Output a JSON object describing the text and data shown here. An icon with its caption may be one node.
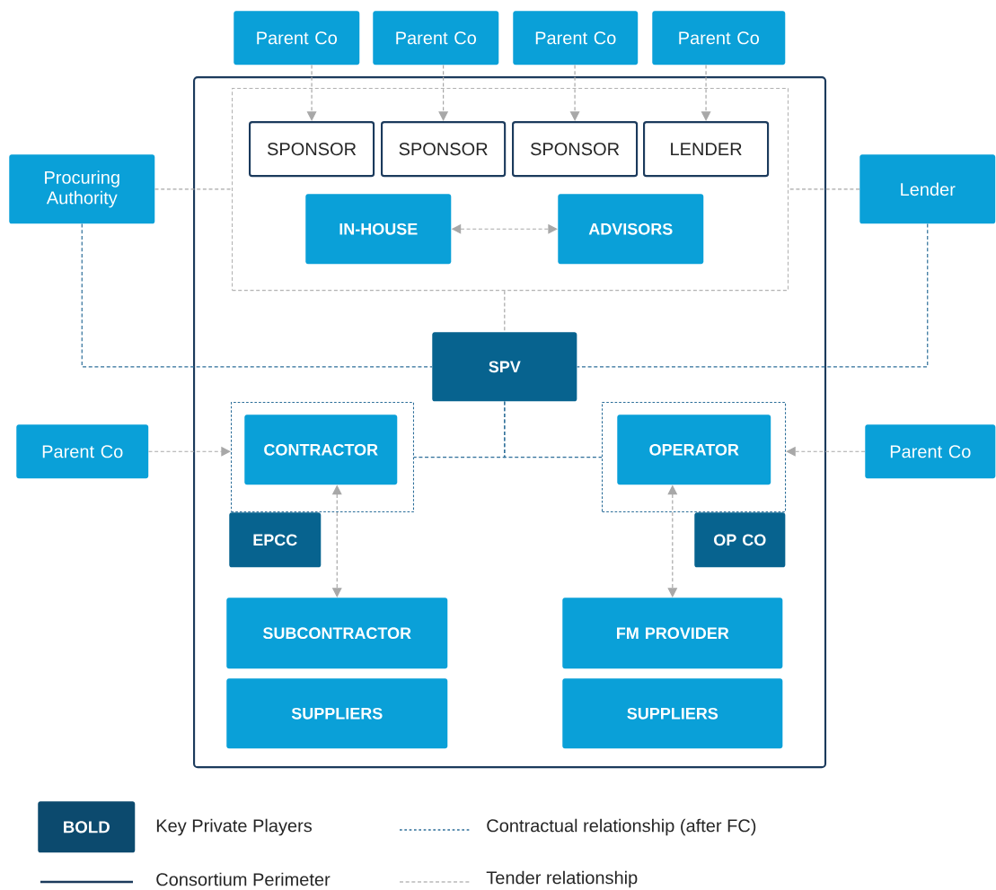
{
  "diagram": {
    "nodes": [
      {
        "text": [
          "Parent Co"
        ]
      },
      {
        "text": [
          "Parent Co"
        ]
      },
      {
        "text": [
          "Parent Co"
        ]
      },
      {
        "text": [
          "Parent Co"
        ]
      },
      {
        "text": [],
        "shape": "box"
      },
      {
        "text": [],
        "shape": "box",
        "in": 4
      },
      {
        "text": [
          "SPONSOR"
        ],
        "in": 5
      },
      {
        "text": [
          "SPONSOR"
        ],
        "in": 5
      },
      {
        "text": [
          "SPONSOR"
        ],
        "in": 5
      },
      {
        "text": [
          "LENDER"
        ],
        "in": 5
      },
      {
        "text": [
          "Procuring Authority"
        ]
      },
      {
        "text": [
          "Lender"
        ]
      },
      {
        "text": [
          "IN-HOUSE"
        ],
        "in": 5
      },
      {
        "text": [
          "ADVISORS"
        ],
        "in": 5
      },
      {
        "text": [
          "SPV"
        ],
        "in": 4
      },
      {
        "text": [
          "Parent Co"
        ]
      },
      {
        "text": [],
        "shape": "box",
        "in": 4
      },
      {
        "text": [
          "CONTRACTOR"
        ],
        "in": 16
      },
      {
        "text": [],
        "shape": "box",
        "in": 4
      },
      {
        "text": [
          "OPERATOR"
        ],
        "in": 18
      },
      {
        "text": [
          "Parent Co"
        ]
      },
      {
        "text": [
          "EPCC"
        ],
        "in": 4
      },
      {
        "text": [
          "OP CO"
        ],
        "in": 4
      },
      {
        "text": [
          "SUBCONTRACTOR"
        ],
        "in": 4
      },
      {
        "text": [
          "FM PROVIDER"
        ],
        "in": 4
      },
      {
        "text": [
          "SUPPLIERS"
        ],
        "in": 4
      },
      {
        "text": [
          "SUPPLIERS"
        ],
        "in": 4
      }
    ],
    "edges": [
      {
        "from": 0,
        "to": 6,
        "arrow": "to",
        "style": "dashed"
      },
      {
        "from": 1,
        "to": 7,
        "arrow": "to",
        "style": "dashed"
      },
      {
        "from": 2,
        "to": 8,
        "arrow": "to",
        "style": "dashed"
      },
      {
        "from": 3,
        "to": 9,
        "arrow": "to",
        "style": "dashed"
      },
      {
        "from": 10,
        "to": 5,
        "arrow": "none",
        "style": "dashed"
      },
      {
        "from": 11,
        "to": 5,
        "arrow": "none",
        "style": "dashed"
      },
      {
        "from": 12,
        "to": 13,
        "arrow": "both",
        "style": "dashed"
      },
      {
        "from": 5,
        "to": 14,
        "arrow": "none",
        "style": "dashed"
      },
      {
        "from": 10,
        "to": 14,
        "arrow": "none",
        "style": "dashed",
        "color": "#2c6e99"
      },
      {
        "from": 11,
        "to": 14,
        "arrow": "none",
        "style": "dashed",
        "color": "#2c6e99"
      },
      {
        "from": 14,
        "to": 16,
        "arrow": "none",
        "style": "dashed",
        "color": "#2c6e99"
      },
      {
        "from": 14,
        "to": 18,
        "arrow": "none",
        "style": "dashed",
        "color": "#2c6e99"
      },
      {
        "from": 15,
        "to": 16,
        "arrow": "to",
        "style": "dashed"
      },
      {
        "from": 20,
        "to": 18,
        "arrow": "to",
        "style": "dashed"
      },
      {
        "from": 17,
        "to": 23,
        "arrow": "both",
        "style": "dashed"
      },
      {
        "from": 19,
        "to": 24,
        "arrow": "both",
        "style": "dashed"
      }
    ],
    "labels": [
      "BOLD"
    ],
    "legend": [
      {
        "text": "Key Private Players",
        "color": "#0c4a6e"
      },
      {
        "text": "Consortium Perimeter"
      },
      {
        "text": "Contractual relationship (after FC)"
      },
      {
        "text": "Tender relationship"
      }
    ]
  }
}
